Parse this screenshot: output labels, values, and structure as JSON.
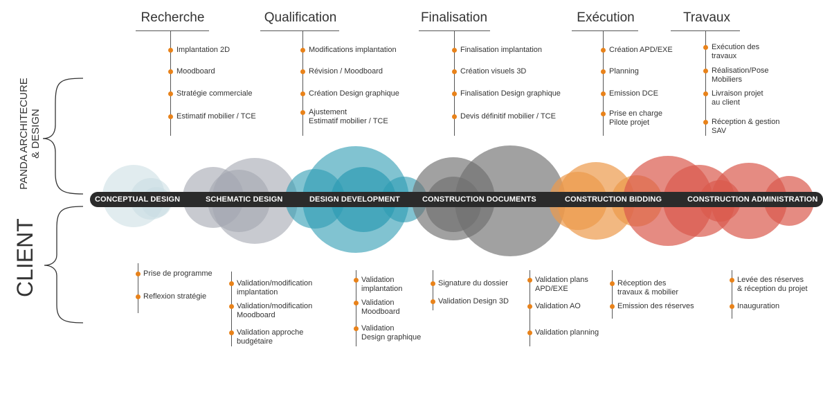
{
  "side_labels": {
    "top_line1": "PANDA ARCHITECURE",
    "top_line2": "& DESIGN",
    "bottom": "CLIENT"
  },
  "phases": [
    {
      "label": "Recherche",
      "items": [
        "Implantation 2D",
        "Moodboard",
        "Stratégie commerciale",
        "Estimatif mobilier / TCE"
      ]
    },
    {
      "label": "Qualification",
      "items": [
        "Modifications implantation",
        "Révision / Moodboard",
        "Création Design graphique",
        "Ajustement\nEstimatif mobilier / TCE"
      ]
    },
    {
      "label": "Finalisation",
      "items": [
        "Finalisation implantation",
        "Création visuels 3D",
        "Finalisation Design graphique",
        "Devis définitif mobilier / TCE"
      ]
    },
    {
      "label": "Exécution",
      "items": [
        "Création APD/EXE",
        "Planning",
        "Emission DCE",
        "Prise en charge\nPilote projet"
      ]
    },
    {
      "label": "Travaux",
      "items": [
        "Exécution des\ntravaux",
        "Réalisation/Pose\nMobiliers",
        "Livraison projet\nau client",
        "Réception & gestion\nSAV"
      ]
    }
  ],
  "stages": [
    "CONCEPTUAL DESIGN",
    "SCHEMATIC DESIGN",
    "DESIGN DEVELOPMENT",
    "CONSTRUCTION DOCUMENTS",
    "CONSTRUCTION BIDDING",
    "CONSTRUCTION ADMINISTRATION"
  ],
  "client_groups": [
    [
      "Prise de programme",
      "Reflexion stratégie"
    ],
    [
      "Validation/modification\nimplantation",
      "Validation/modification\nMoodboard",
      "Validation approche\nbudgétaire"
    ],
    [
      "Validation\nimplantation",
      "Validation\nMoodboard",
      "Validation\nDesign graphique"
    ],
    [
      "Signature du dossier",
      "Validation Design 3D"
    ],
    [
      "Validation plans\nAPD/EXE",
      "Validation AO",
      "Validation planning"
    ],
    [
      "Réception des\ntravaux & mobilier",
      "Emission des réserves"
    ],
    [
      "Levée des réserves\n& réception du projet",
      "Inauguration"
    ]
  ],
  "colors": {
    "accent_dot": "#e8821a",
    "timeline_bar": "#2b2b2b",
    "conceptual": "#c9dde2",
    "schematic": "#a4a6b1",
    "development": "#2d9bb3",
    "documents": "#6e6e6e",
    "bidding": "#ec9a4c",
    "administration": "#da5a4d"
  }
}
